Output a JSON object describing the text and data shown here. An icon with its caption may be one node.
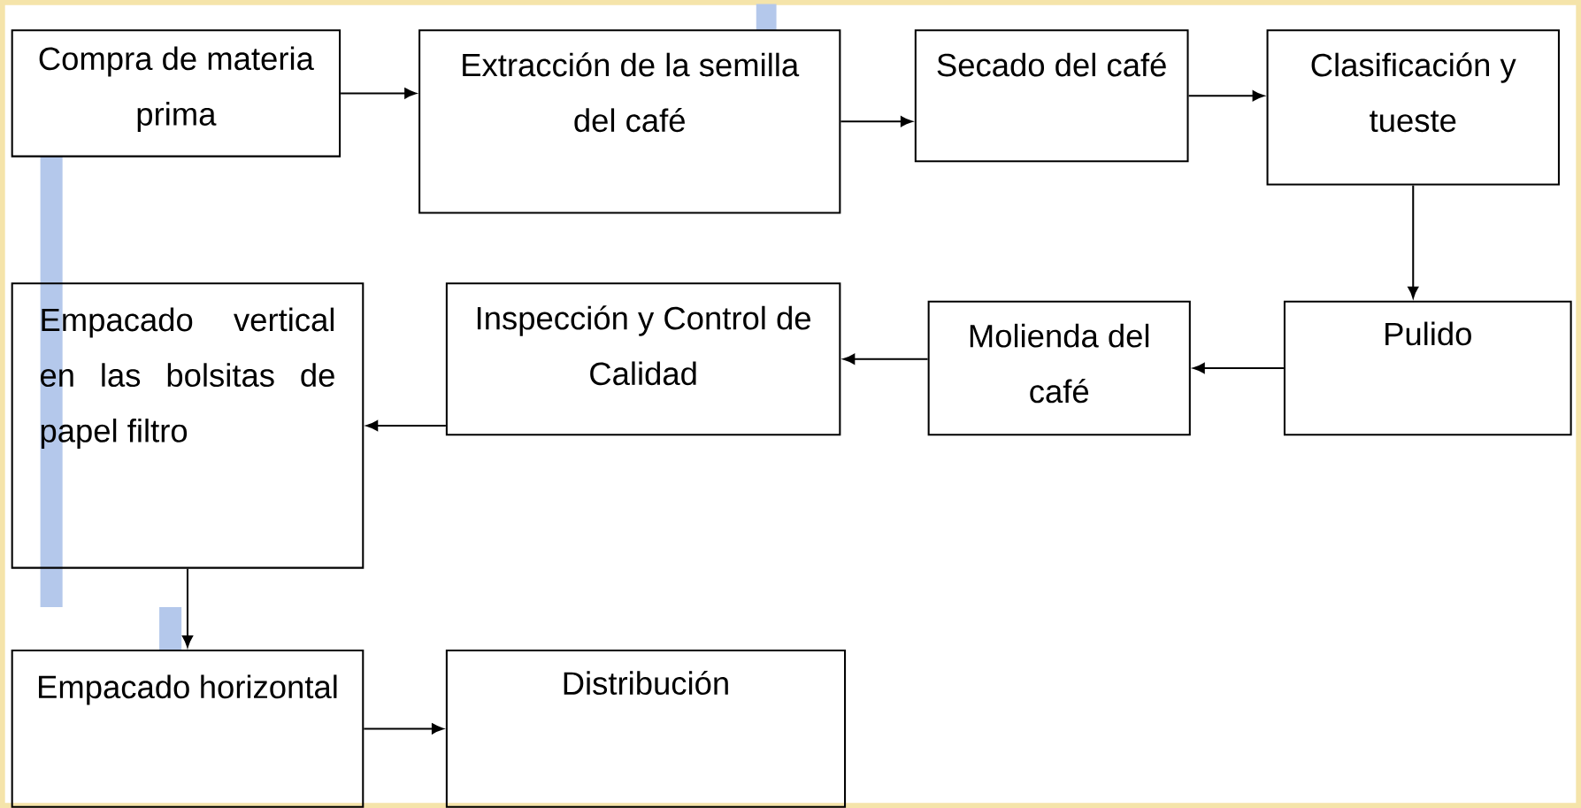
{
  "diagram": {
    "nodes": [
      {
        "text": [
          "Compra de materia prima"
        ]
      },
      {
        "text": [
          "Extracción de la semilla del café"
        ]
      },
      {
        "text": [
          "Secado del café"
        ]
      },
      {
        "text": [
          "Clasificación y tueste"
        ]
      },
      {
        "text": [
          "Pulido"
        ]
      },
      {
        "text": [
          "Molienda del café"
        ]
      },
      {
        "text": [
          "Inspección y Control de Calidad"
        ]
      },
      {
        "text": [
          "Empacado vertical en las bolsitas de papel filtro"
        ]
      },
      {
        "text": [
          "Empacado horizontal"
        ]
      },
      {
        "text": [
          "Distribución"
        ]
      }
    ],
    "edges": [
      {
        "from": 0,
        "to": 1,
        "arrow": "to"
      },
      {
        "from": 1,
        "to": 2,
        "arrow": "to"
      },
      {
        "from": 2,
        "to": 3,
        "arrow": "to"
      },
      {
        "from": 3,
        "to": 4,
        "arrow": "to"
      },
      {
        "from": 4,
        "to": 5,
        "arrow": "to"
      },
      {
        "from": 5,
        "to": 6,
        "arrow": "to"
      },
      {
        "from": 6,
        "to": 7,
        "arrow": "to"
      },
      {
        "from": 7,
        "to": 8,
        "arrow": "to"
      },
      {
        "from": 8,
        "to": 9,
        "arrow": "to"
      }
    ]
  }
}
